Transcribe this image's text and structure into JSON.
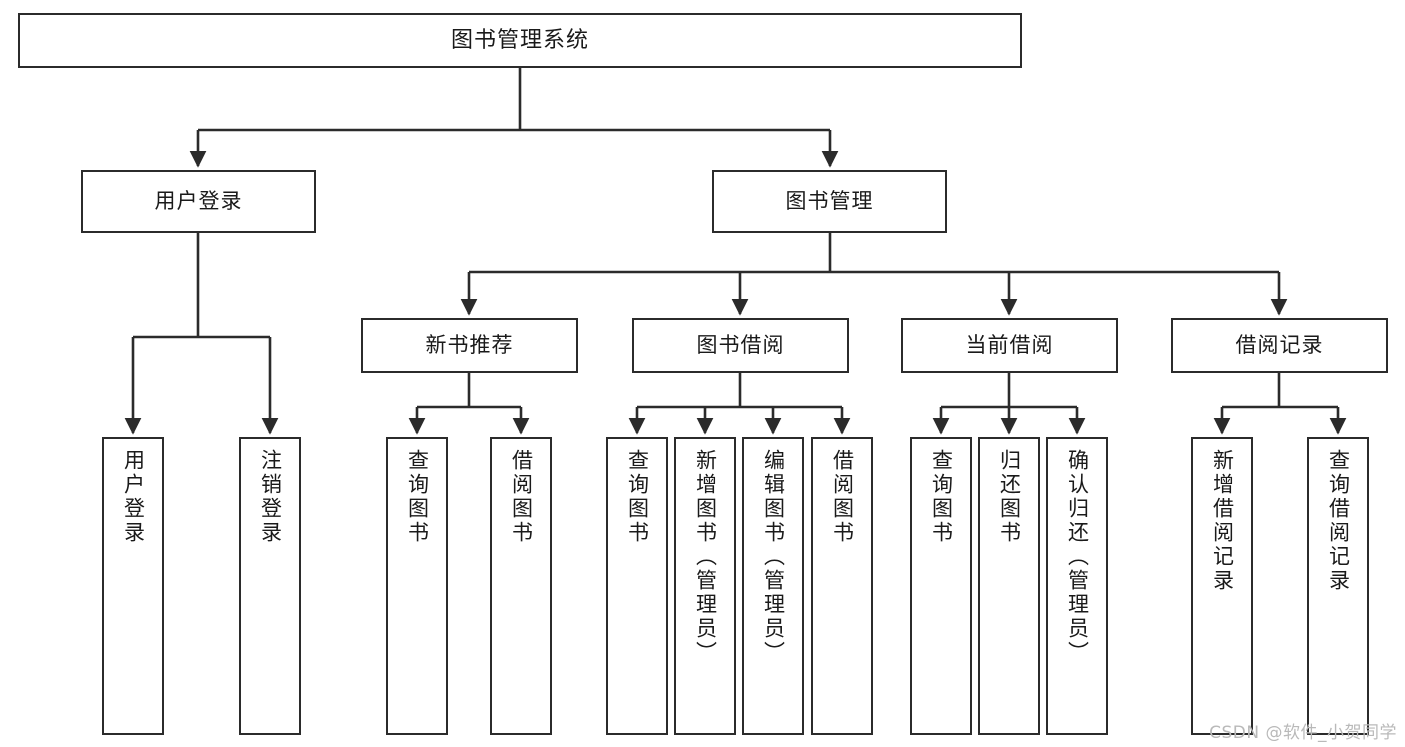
{
  "diagram": {
    "type": "tree",
    "title": "图书管理系统",
    "watermark": "CSDN @软件_小贺同学",
    "colors": {
      "stroke": "#2b2b2b",
      "fill": "#ffffff",
      "text": "#1a1a1a",
      "watermark": "#b9b9b9"
    },
    "levels": {
      "root": {
        "label": "图书管理系统"
      },
      "level2": [
        {
          "id": "user-login",
          "label": "用户登录"
        },
        {
          "id": "book-manage",
          "label": "图书管理"
        }
      ],
      "level3": [
        {
          "id": "new-book-recommend",
          "label": "新书推荐"
        },
        {
          "id": "book-borrow",
          "label": "图书借阅"
        },
        {
          "id": "current-borrow",
          "label": "当前借阅"
        },
        {
          "id": "borrow-record",
          "label": "借阅记录"
        }
      ],
      "level4": {
        "user_login": [
          {
            "id": "leaf-user-login",
            "label": "用户登录"
          },
          {
            "id": "leaf-logout-login",
            "label": "注销登录"
          }
        ],
        "new_book_recommend": [
          {
            "id": "leaf-query-book-1",
            "label": "查询图书"
          },
          {
            "id": "leaf-borrow-book-1",
            "label": "借阅图书"
          }
        ],
        "book_borrow": [
          {
            "id": "leaf-query-book-2",
            "label": "查询图书"
          },
          {
            "id": "leaf-add-book",
            "label": "新增图书（管理员）"
          },
          {
            "id": "leaf-edit-book",
            "label": "编辑图书（管理员）"
          },
          {
            "id": "leaf-borrow-book-2",
            "label": "借阅图书"
          }
        ],
        "current_borrow": [
          {
            "id": "leaf-query-book-3",
            "label": "查询图书"
          },
          {
            "id": "leaf-return-book",
            "label": "归还图书"
          },
          {
            "id": "leaf-confirm-return",
            "label": "确认归还（管理员）"
          }
        ],
        "borrow_record": [
          {
            "id": "leaf-add-record",
            "label": "新增借阅记录"
          },
          {
            "id": "leaf-query-record",
            "label": "查询借阅记录"
          }
        ]
      }
    }
  }
}
